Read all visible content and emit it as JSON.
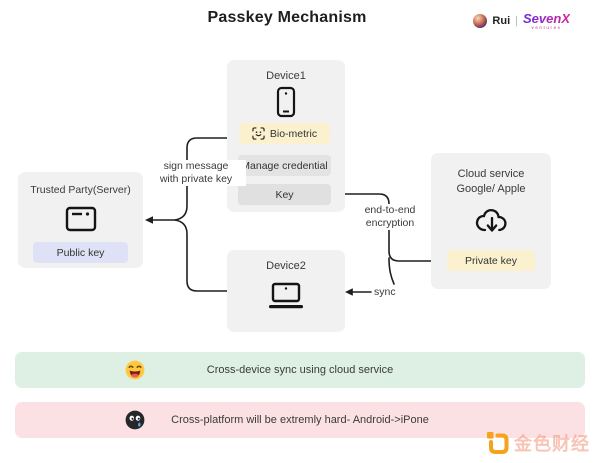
{
  "title": "Passkey Mechanism",
  "brand": {
    "author": "Rui",
    "separator": "|",
    "company": "SevenX",
    "company_sub": "ventures"
  },
  "diagram": {
    "device1": {
      "label": "Device1",
      "icon": "smartphone-icon",
      "steps": {
        "biometric": "Bio-metric",
        "manage": "Manage credential",
        "key": "Key"
      }
    },
    "trusted_party": {
      "label": "Trusted Party(Server)",
      "icon": "server-window-icon",
      "chip": "Public key"
    },
    "device2": {
      "label": "Device2",
      "icon": "laptop-icon"
    },
    "cloud": {
      "label_line1": "Cloud service",
      "label_line2": "Google/ Apple",
      "icon": "cloud-download-icon",
      "chip": "Private key"
    },
    "edges": {
      "sign_line1": "sign message",
      "sign_line2": "with private key",
      "e2e_line1": "end-to-end",
      "e2e_line2": "encryption",
      "sync": "sync"
    }
  },
  "notes": {
    "good": {
      "emoji": "laughing-emoji",
      "text": "Cross-device sync using cloud service"
    },
    "bad": {
      "emoji": "dark-sweat-emoji",
      "text": "Cross-platform will be extremly hard- Android->iPone"
    }
  },
  "watermark": {
    "text": "金色财经"
  },
  "colors": {
    "box_gray": "#f1f1f2",
    "highlight_yellow": "#fbf1cf",
    "chip_gray": "#e3e3e4",
    "chip_lavender": "#dfe2f6",
    "banner_green": "#def0e3",
    "banner_pink": "#fce1e4",
    "brand_purple": "#8d2bd8",
    "watermark_orange": "#f6a21d",
    "line_dark": "#1f1f1f"
  }
}
